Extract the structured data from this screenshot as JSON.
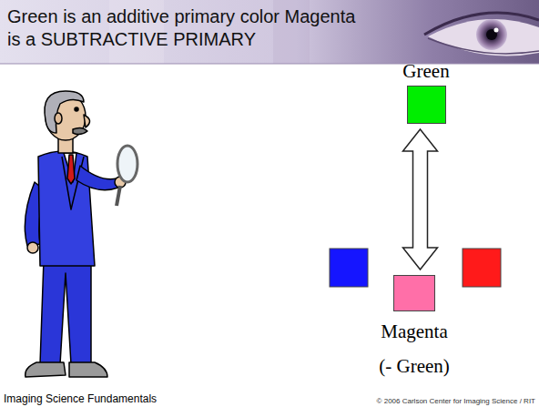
{
  "diagram": {
    "title": "Green is an additive primary color Magenta is a SUBTRACTIVE PRIMARY",
    "nodes": [
      {
        "text": [
          "Green"
        ]
      },
      {
        "text": [
          "Magenta",
          "(- Green)"
        ]
      }
    ],
    "edges": [
      {
        "from": 0,
        "to": 1,
        "arrow": "both"
      }
    ],
    "labels": [
      "Imaging Science Fundamentals",
      "© 2006 Carlson Center for Imaging Science / RIT"
    ]
  }
}
